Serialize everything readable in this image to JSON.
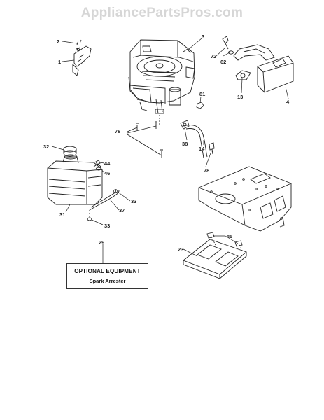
{
  "watermark": "AppliancePartsPros.com",
  "callouts": {
    "c1": "1",
    "c2": "2",
    "c3": "3",
    "c4": "4",
    "c13": "13",
    "c14": "14",
    "c23": "23",
    "c29": "29",
    "c31": "31",
    "c32": "32",
    "c33a": "33",
    "c33b": "33",
    "c37": "37",
    "c38": "38",
    "c44": "44",
    "c45": "45",
    "c46": "46",
    "c62": "62",
    "c72": "72",
    "c78a": "78",
    "c78b": "78",
    "c81": "81"
  },
  "optional_box": {
    "title": "OPTIONAL EQUIPMENT",
    "subtitle": "Spark Arrester"
  }
}
